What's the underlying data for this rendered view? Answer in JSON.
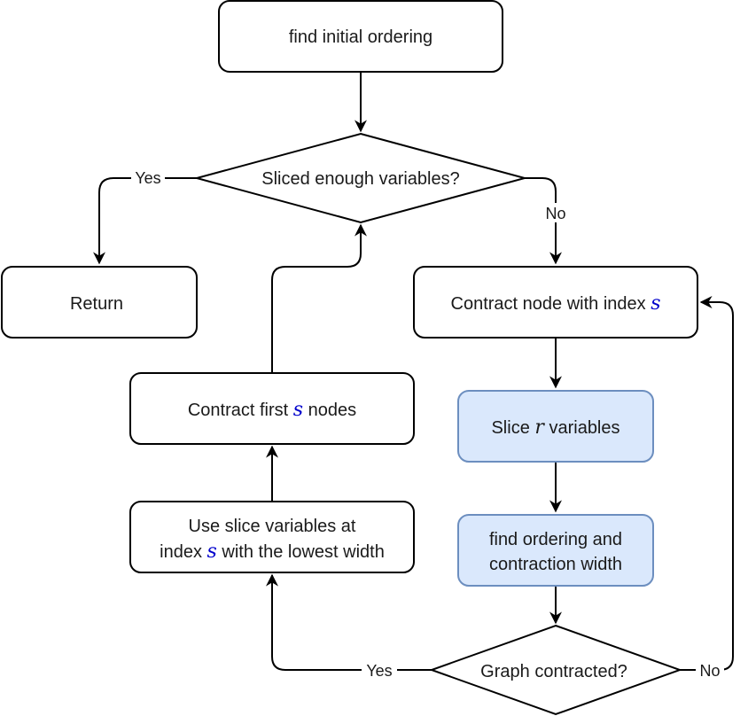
{
  "nodes": {
    "find_initial": {
      "text": "find initial ordering"
    },
    "sliced_enough": {
      "text": "Sliced enough variables?"
    },
    "return": {
      "text": "Return"
    },
    "contract_node": {
      "prefix": "Contract node with index ",
      "var": "s"
    },
    "contract_first": {
      "prefix": "Contract first ",
      "var": "s",
      "suffix": " nodes"
    },
    "slice_r": {
      "prefix": "Slice ",
      "var": "r",
      "suffix": " variables"
    },
    "find_ordering": {
      "line1": "find ordering and",
      "line2": "contraction width"
    },
    "use_slice": {
      "line1": "Use slice variables at",
      "line2_prefix": "index ",
      "line2_var": "s",
      "line2_suffix": " with the lowest width"
    },
    "graph_contracted": {
      "text": "Graph contracted?"
    }
  },
  "edges": {
    "sliced_yes": "Yes",
    "sliced_no": "No",
    "graph_yes": "Yes",
    "graph_no": "No"
  },
  "colors": {
    "highlight_fill": "#dae8fc",
    "highlight_stroke": "#6c8ebf",
    "variable": "#0000cc"
  }
}
